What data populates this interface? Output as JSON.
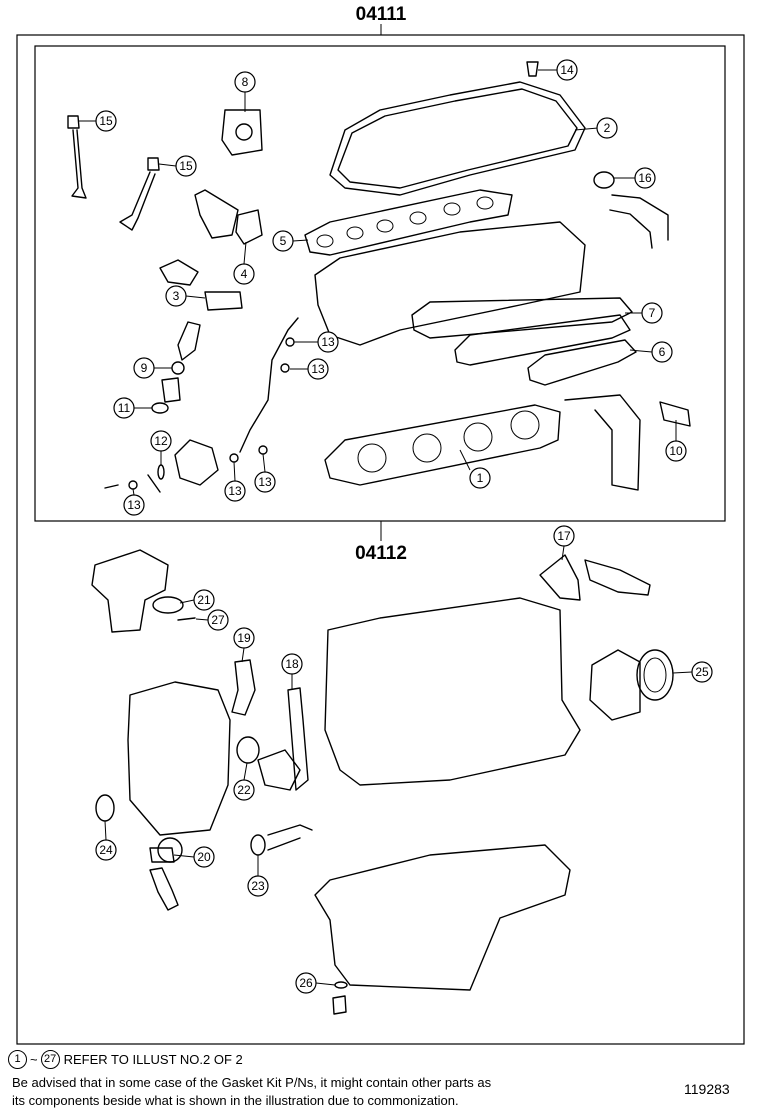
{
  "kits": {
    "upper_number": "04111",
    "lower_number": "04112"
  },
  "callouts": {
    "p1": "1",
    "p2": "2",
    "p3": "3",
    "p4": "4",
    "p5": "5",
    "p6": "6",
    "p7": "7",
    "p8": "8",
    "p9": "9",
    "p10": "10",
    "p11": "11",
    "p12": "12",
    "p13": "13",
    "p14": "14",
    "p15": "15",
    "p16": "16",
    "p17": "17",
    "p18": "18",
    "p19": "19",
    "p20": "20",
    "p21": "21",
    "p22": "22",
    "p23": "23",
    "p24": "24",
    "p25": "25",
    "p26": "26",
    "p27": "27"
  },
  "footer": {
    "range_start": "1",
    "range_sep": "~",
    "range_end": "27",
    "refer_text": "REFER TO ILLUST NO.2 OF 2",
    "note_line1": "Be advised that in some case of the Gasket Kit P/Ns,  it might contain other parts as",
    "note_line2": "its components beside what is shown in the illustration due to commonization.",
    "illustration_number": "119283"
  }
}
